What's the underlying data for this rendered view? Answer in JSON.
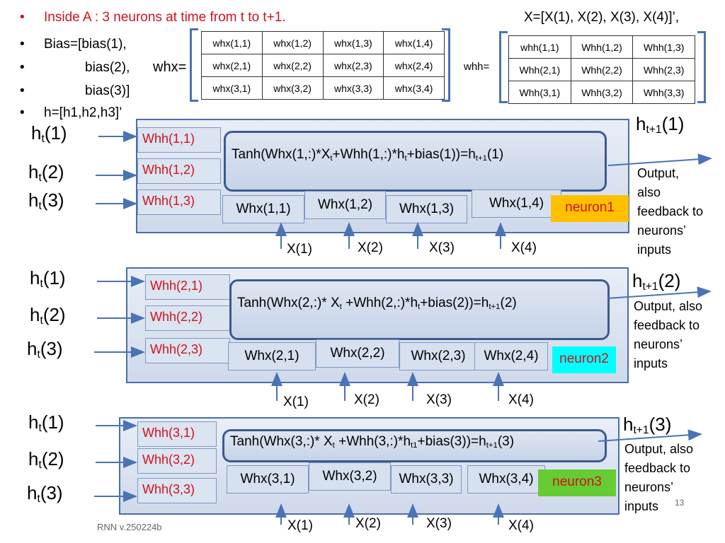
{
  "bullets": {
    "line1": "Inside A : 3 neurons at time from t to t+1.",
    "line2": "Bias=[bias(1),",
    "line3": "bias(2),",
    "line4": "bias(3)]",
    "line5": "h=[h1,h2,h3]’",
    "marker": "•"
  },
  "x_vector": "X=[X(1), X(2), X(3), X(4)]’,",
  "whx_label": "whx=",
  "whh_label": "whh=",
  "whx_matrix": [
    [
      "whx(1,1)",
      "whx(1,2)",
      "whx(1,3)",
      "whx(1,4)"
    ],
    [
      "whx(2,1)",
      "whx(2,2)",
      "whx(2,3)",
      "whx(2,4)"
    ],
    [
      "whx(3,1)",
      "whx(3,2)",
      "whx(3,3)",
      "whx(3,4)"
    ]
  ],
  "whh_matrix": [
    [
      "whh(1,1)",
      "Whh(1,2)",
      "Whh(1,3)"
    ],
    [
      "Whh(2,1)",
      "Whh(2,2)",
      "Whh(2,3)"
    ],
    [
      "Whh(3,1)",
      "Whh(3,2)",
      "Whh(3,3)"
    ]
  ],
  "neurons": [
    {
      "ht": [
        "(1)",
        "(2)",
        "(3)"
      ],
      "whh": [
        "Whh(1,1)",
        "Whh(1,2)",
        "Whh(1,3)"
      ],
      "tanh": {
        "a": "Tanh(Whx(1,:)*X",
        "b": "+Whh(1,:)*h",
        "c": "+bias(1))=h",
        "d": "(1)",
        "sub_t": "t",
        "sub_t1": "t+1"
      },
      "whx": [
        "Whx(1,1)",
        "Whx(1,2)",
        "Whx(1,3)",
        "Whx(1,4)"
      ],
      "name": "neuron1",
      "name_bg": "#ffc000",
      "out_idx": "(1)",
      "out_text": [
        "Output,",
        "also",
        "feedback to",
        "neurons’",
        "inputs"
      ],
      "x": [
        "X(1)",
        "X(2)",
        "X(3)",
        "X(4)"
      ]
    },
    {
      "ht": [
        "(1)",
        "(2)",
        "(3)"
      ],
      "whh": [
        "Whh(2,1)",
        "Whh(2,2)",
        "Whh(2,3)"
      ],
      "tanh": {
        "a": "Tanh(Whx(2,:)* X",
        "b": " +Whh(2,:)*h",
        "c": "+bias(2))=h",
        "d": "(2)",
        "sub_t": "t",
        "sub_t1": "t+1"
      },
      "whx": [
        "Whx(2,1)",
        "Whx(2,2)",
        "Whx(2,3)",
        "Whx(2,4)"
      ],
      "name": "neuron2",
      "name_bg": "#00ffff",
      "out_idx": "(2)",
      "out_text": [
        "Output, also",
        "feedback to",
        "neurons’",
        "inputs"
      ],
      "x": [
        "X(1)",
        "X(2)",
        "X(3)",
        "X(4)"
      ]
    },
    {
      "ht": [
        "(1)",
        "(2)",
        "(3)"
      ],
      "whh": [
        "Whh(3,1)",
        "Whh(3,2)",
        "Whh(3,3)"
      ],
      "tanh": {
        "a": "Tanh(Whx(3,:)* X",
        "b": " +Whh(3,:)*h",
        "c": "+bias(3))=h",
        "d": "(3)",
        "sub_t": "t",
        "sub_t1": "t+1",
        "sub_h": "t1"
      },
      "whx": [
        "Whx(3,1)",
        "Whx(3,2)",
        "Whx(3,3)",
        "Whx(3,4)"
      ],
      "name": "neuron3",
      "name_bg": "#66cc33",
      "out_idx": "(3)",
      "out_text": [
        "Output, also",
        "feedback to",
        "neurons’",
        "inputs"
      ],
      "x": [
        "X(1)",
        "X(2)",
        "X(3)",
        "X(4)"
      ]
    }
  ],
  "h_letter": "h",
  "sub_t": "t",
  "sub_t1": "t+1",
  "footer": "RNN v.250224b",
  "page_number": "13"
}
